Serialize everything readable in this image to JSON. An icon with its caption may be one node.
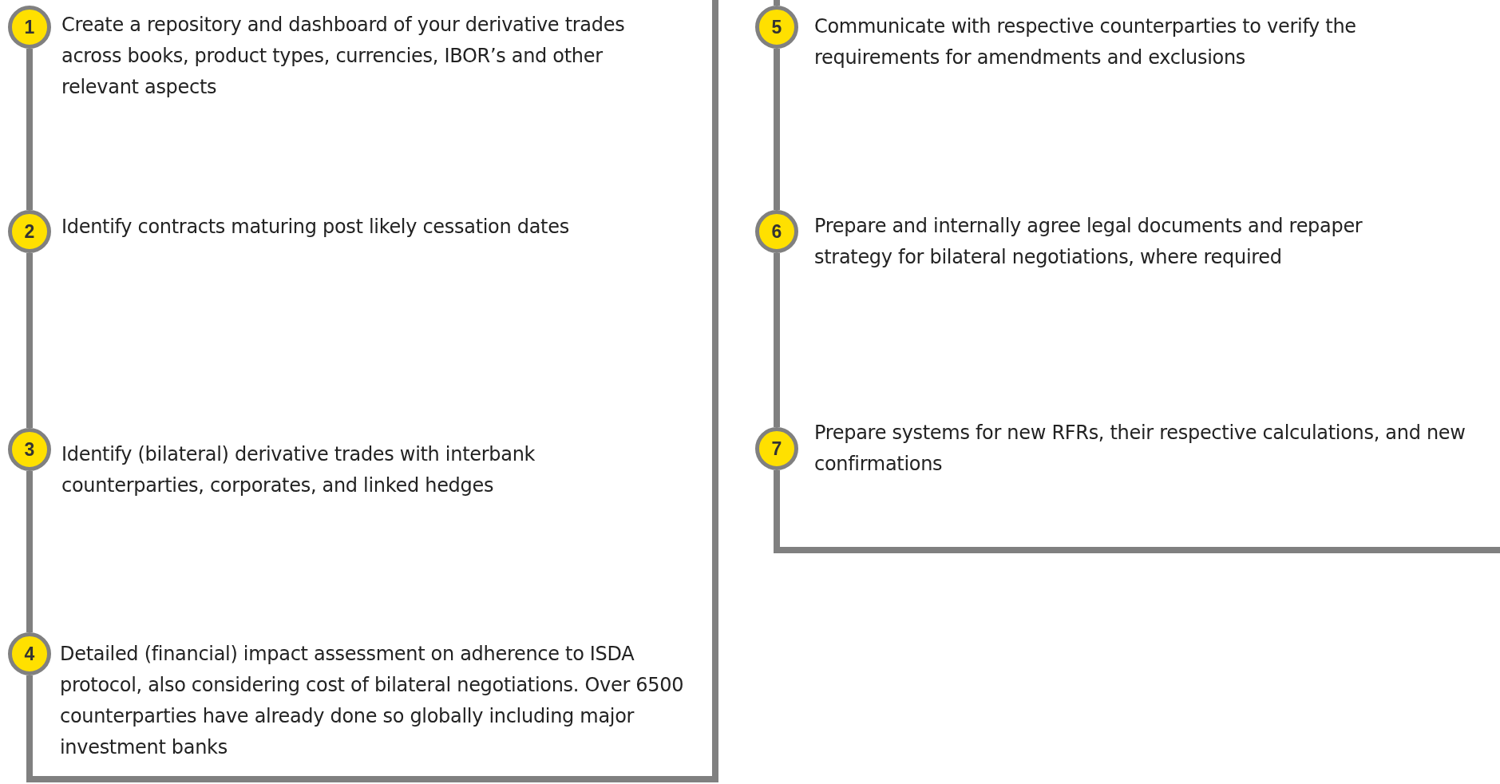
{
  "diagram": {
    "nodes": [
      {
        "text": [
          "1"
        ],
        "beside": [
          "Create a repository and dashboard of your derivative trades across books, product types, currencies, IBOR’s and other relevant aspects"
        ]
      },
      {
        "text": [
          "2"
        ],
        "beside": [
          "Identify contracts maturing post likely cessation dates"
        ]
      },
      {
        "text": [
          "3"
        ],
        "beside": [
          "Identify (bilateral) derivative trades with interbank counterparties, corporates, and linked hedges"
        ]
      },
      {
        "text": [
          "4"
        ],
        "beside": [
          "Detailed (financial) impact assessment on adherence to ISDA protocol, also considering cost of bilateral negotiations. Over 6500 counterparties have already done so globally including major investment banks"
        ]
      },
      {
        "text": [
          "5"
        ],
        "beside": [
          "Communicate with respective counterparties to verify the requirements for amendments and exclusions"
        ]
      },
      {
        "text": [
          "6"
        ],
        "beside": [
          "Prepare and internally agree legal documents and repaper strategy for bilateral negotiations, where required"
        ]
      },
      {
        "text": [
          "7"
        ],
        "beside": [
          "Prepare systems for new RFRs, their respective calculations, and new confirmations"
        ]
      }
    ],
    "edges": [
      {
        "from": 0,
        "to": 1,
        "arrow": "none"
      },
      {
        "from": 1,
        "to": 2,
        "arrow": "none"
      },
      {
        "from": 2,
        "to": 3,
        "arrow": "none"
      },
      {
        "from": 3,
        "to": 4,
        "arrow": "none"
      },
      {
        "from": 4,
        "to": 5,
        "arrow": "none"
      },
      {
        "from": 5,
        "to": 6,
        "arrow": "none"
      },
      {
        "from": 6,
        "to": null,
        "arrow": "none"
      }
    ]
  }
}
